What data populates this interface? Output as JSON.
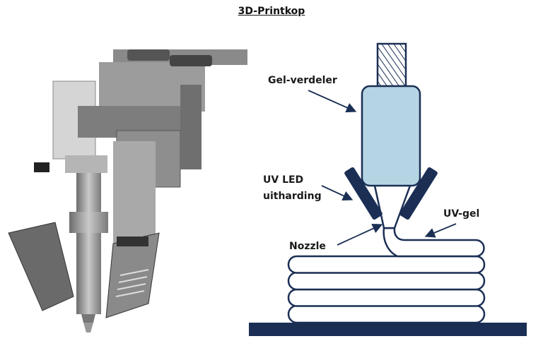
{
  "title": "3D-Printkop",
  "labels": {
    "gel_distributor": "Gel-verdeler",
    "uv_led_line1": "UV LED",
    "uv_led_line2": "uitharding",
    "uv_gel": "UV-gel",
    "nozzle": "Nozzle"
  },
  "colors": {
    "outline": "#1b2f55",
    "gel_body": "#b5d5e4",
    "led": "#1b2f55",
    "base": "#1b2f55"
  }
}
